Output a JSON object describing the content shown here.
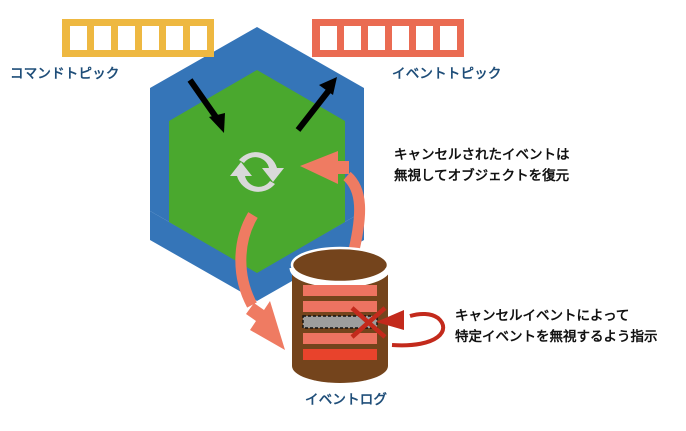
{
  "diagram": {
    "title": "Event sourcing cancellation diagram",
    "labels": {
      "command_topic": "コマンドトピック",
      "event_topic": "イベントトピック",
      "event_log": "イベントログ"
    },
    "notes": {
      "restore": {
        "line1": "キャンセルされたイベントは",
        "line2": "無視してオブジェクトを復元"
      },
      "cancel": {
        "line1": "キャンセルイベントによって",
        "line2": "特定イベントを無視するよう指示"
      }
    },
    "topics": {
      "command": {
        "cells": 6,
        "color": "#eeb841",
        "name": "command-topic-queue"
      },
      "event": {
        "cells": 6,
        "color": "#ea6b52",
        "name": "event-topic-queue"
      }
    },
    "processor": {
      "outer_hexagon_color": "#3575b8",
      "inner_hexagon_color": "#4aa82e",
      "icon": "refresh-cycle-icon",
      "icon_color": "#d9d9d9"
    },
    "event_log": {
      "cylinder_color": "#74441c",
      "cylinder_top_outline": "#ffffff",
      "records": [
        {
          "index": 1,
          "color": "#ed7361",
          "state": "active"
        },
        {
          "index": 2,
          "color": "#ed7361",
          "state": "active"
        },
        {
          "index": 3,
          "color": "#9d9d9d",
          "state": "cancelled"
        },
        {
          "index": 4,
          "color": "#ed7361",
          "state": "active"
        },
        {
          "index": 5,
          "color": "#e8432c",
          "state": "active"
        }
      ],
      "cancel_mark": {
        "glyph": "x-mark",
        "color": "#c32a1c"
      }
    },
    "arrows": {
      "command_in": {
        "color": "#000000",
        "name": "command-input-arrow"
      },
      "event_out": {
        "color": "#000000",
        "name": "event-output-arrow"
      },
      "replay_in": {
        "color": "#ef7b62",
        "name": "replay-into-processor-arrow"
      },
      "append_out": {
        "color": "#ef7b62",
        "name": "append-to-log-arrow"
      },
      "cancel_pointer": {
        "color": "#c32a1c",
        "name": "cancel-pointer-arrow"
      }
    }
  }
}
